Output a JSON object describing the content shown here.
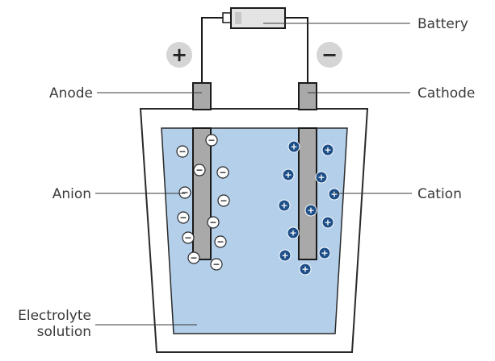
{
  "labels": {
    "battery": "Battery",
    "anode": "Anode",
    "cathode": "Cathode",
    "anion": "Anion",
    "cation": "Cation",
    "electrolyte_line1": "Electrolyte",
    "electrolyte_line2": "solution"
  },
  "terminals": {
    "positive": "+",
    "negative": "−"
  },
  "colors": {
    "electrolyte": "#b3cfea",
    "cation": "#1d4e87",
    "anion": "#ffffff",
    "electrode": "#a9a9a9",
    "terminal_badge": "#d5d5d5"
  }
}
